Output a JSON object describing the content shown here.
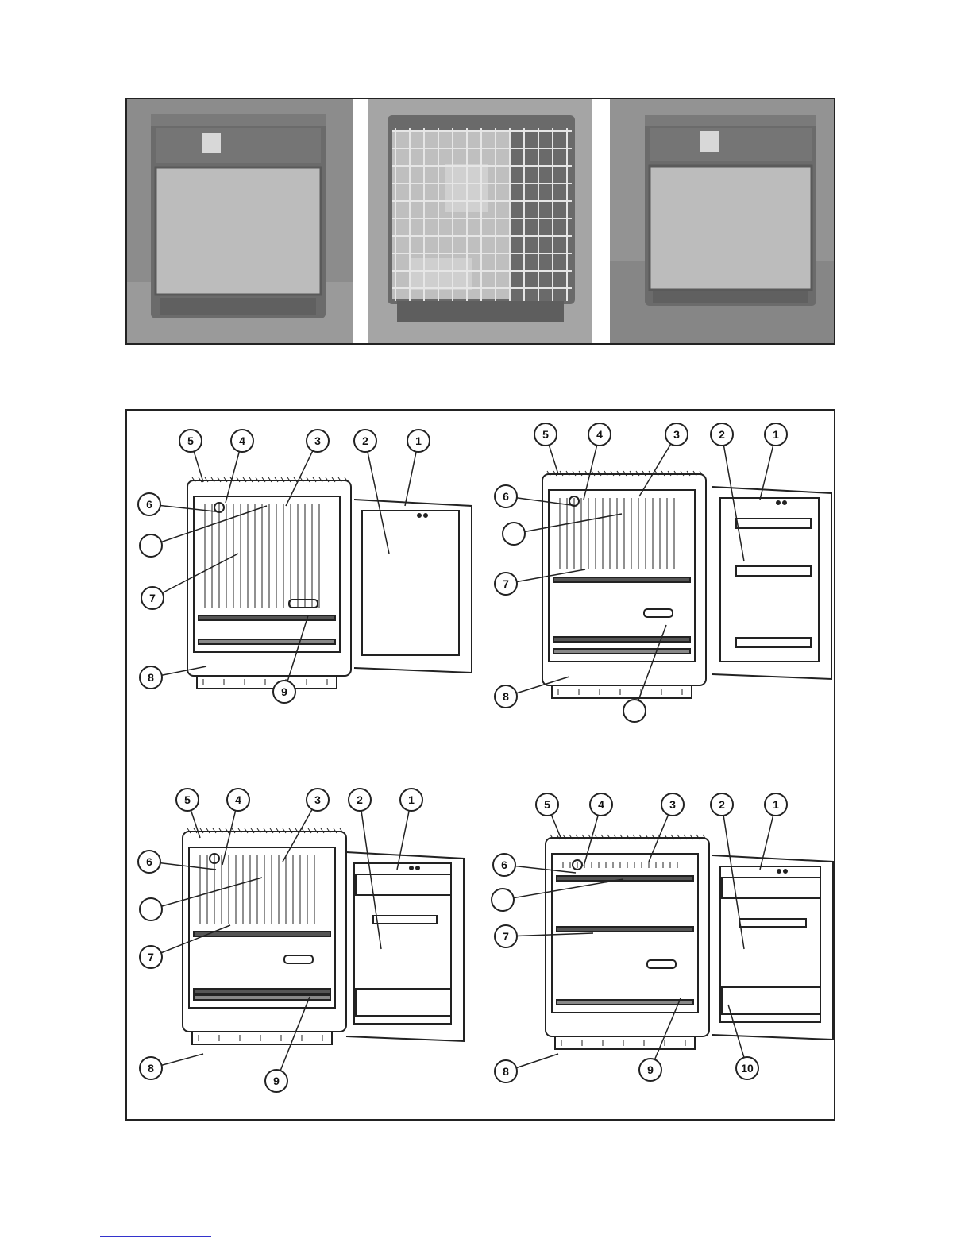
{
  "figures": [
    {
      "callouts": [
        "5",
        "4",
        "3",
        "2",
        "1",
        "6",
        "",
        "7",
        "8",
        "9"
      ]
    },
    {
      "callouts": [
        "5",
        "4",
        "3",
        "2",
        "1",
        "6",
        "",
        "7",
        "8",
        ""
      ]
    },
    {
      "callouts": [
        "5",
        "4",
        "3",
        "2",
        "1",
        "6",
        "",
        "7",
        "8",
        "9"
      ]
    },
    {
      "callouts": [
        "5",
        "4",
        "3",
        "2",
        "1",
        "6",
        "",
        "7",
        "8",
        "9",
        "10"
      ]
    }
  ],
  "colors": {
    "photo_bg": "#8f8f8f",
    "cabinet": "#6e6e6e",
    "door_panel": "#bdbdbd",
    "line": "#222222",
    "link_rule": "#3333cc"
  }
}
